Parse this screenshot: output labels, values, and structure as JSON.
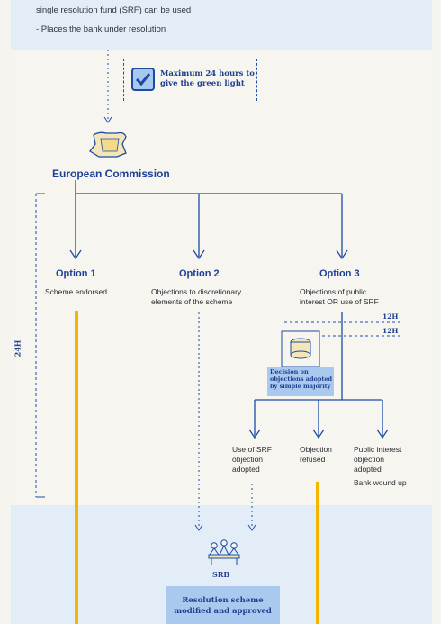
{
  "top": {
    "line1": "single resolution fund (SRF) can be used",
    "line2": "- Places the bank under resolution"
  },
  "callout": {
    "text": "Maximum 24 hours to give the green light"
  },
  "commission": {
    "title": "European Commission"
  },
  "options": [
    {
      "title": "Option 1",
      "desc": "Scheme endorsed"
    },
    {
      "title": "Option 2",
      "desc": "Objections to discretionary elements of the scheme"
    },
    {
      "title": "Option 3",
      "desc": "Objections of public interest OR use of SRF"
    }
  ],
  "time_labels": {
    "h24": "24H",
    "h12_a": "12H",
    "h12_b": "12H"
  },
  "decision": {
    "text": "Decision on objections adopted by simple majority"
  },
  "outcomes": [
    {
      "text": "Use of SRF objection adopted"
    },
    {
      "text": "Objection refused"
    },
    {
      "text": "Public interest objection adopted",
      "extra": "Bank wound up"
    }
  ],
  "srb": {
    "label": "SRB"
  },
  "final": {
    "text": "Resolution scheme modified and approved"
  },
  "colors": {
    "accent_blue": "#1e3f98",
    "yellow": "#f5b400",
    "light_blue": "#a9c9ee"
  }
}
